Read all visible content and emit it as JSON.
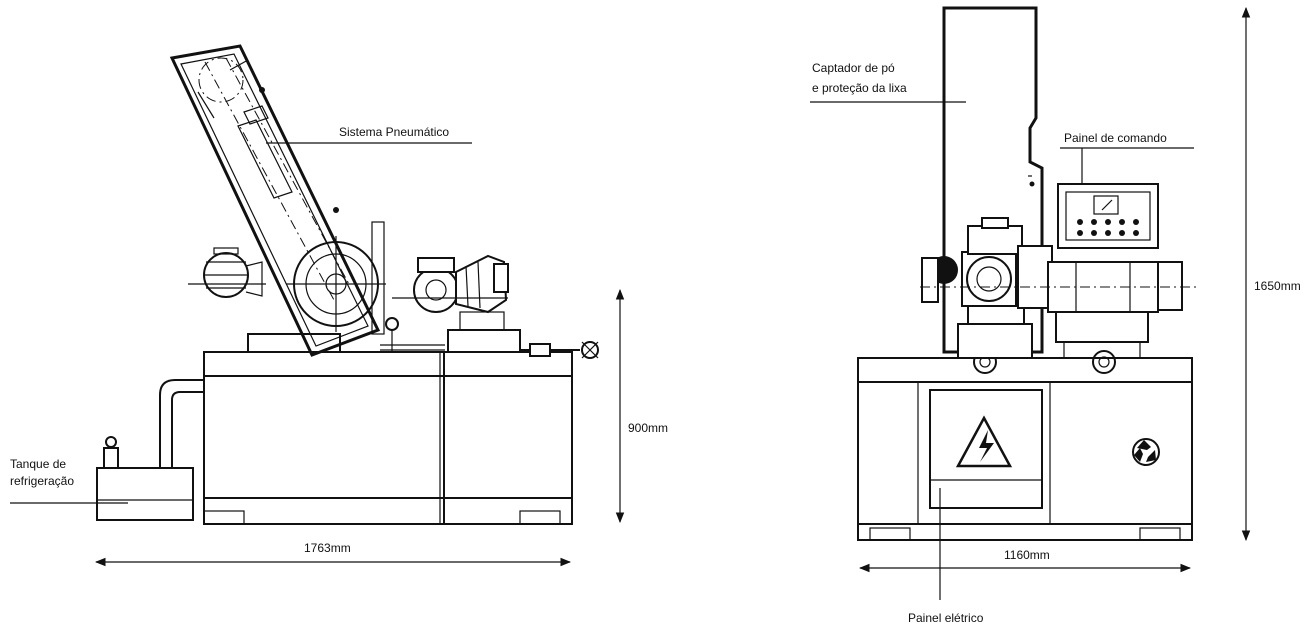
{
  "side_view": {
    "label_pneumatic": "Sistema Pneumático",
    "label_tank_line1": "Tanque de",
    "label_tank_line2": "refrigeração",
    "dim_height": "900mm",
    "dim_width": "1763mm"
  },
  "front_view": {
    "label_dust_line1": "Captador de pó",
    "label_dust_line2": "e proteção da lixa",
    "label_control_panel": "Painel de comando",
    "label_electric_panel": "Painel elétrico",
    "dim_height": "1650mm",
    "dim_width": "1160mm"
  },
  "icons": [
    "high-voltage-warning-icon",
    "recycle-symbol-icon"
  ],
  "colors": {
    "ink": "#111111",
    "paper": "#ffffff"
  }
}
